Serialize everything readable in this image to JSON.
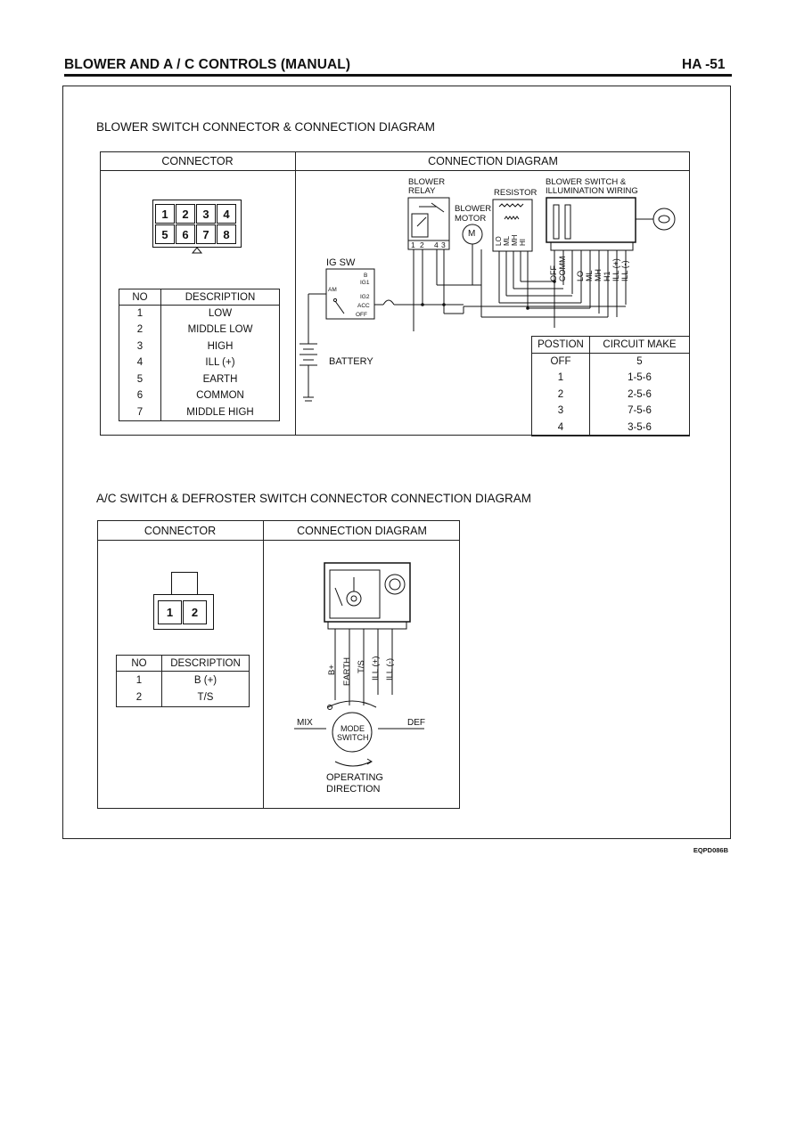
{
  "header": {
    "title": "BLOWER AND A / C CONTROLS (MANUAL)",
    "page": "HA -51"
  },
  "blower_section": {
    "title": "BLOWER SWITCH CONNECTOR & CONNECTION DIAGRAM",
    "col_connector": "CONNECTOR",
    "col_diagram": "CONNECTION DIAGRAM",
    "pins_top": [
      "1",
      "2",
      "3",
      "4"
    ],
    "pins_bottom": [
      "5",
      "6",
      "7",
      "8"
    ],
    "pin_table": {
      "headers": [
        "NO",
        "DESCRIPTION"
      ],
      "rows": [
        [
          "1",
          "LOW"
        ],
        [
          "2",
          "MIDDLE LOW"
        ],
        [
          "3",
          "HIGH"
        ],
        [
          "4",
          "ILL (+)"
        ],
        [
          "5",
          "EARTH"
        ],
        [
          "6",
          "COMMON"
        ],
        [
          "7",
          "MIDDLE HIGH"
        ]
      ]
    },
    "diagram_labels": {
      "blower_relay": [
        "BLOWER",
        "RELAY"
      ],
      "resistor": "RESISTOR",
      "switch_wiring": [
        "BLOWER SWITCH &",
        "ILLUMINATION WIRING"
      ],
      "blower_motor": [
        "BLOWER",
        "MOTOR"
      ],
      "motor_symbol": "M",
      "ig_sw": "IG     SW",
      "battery": "BATTERY",
      "relay_pins": [
        "1",
        "2",
        "4",
        "3"
      ],
      "ig_positions": [
        "B",
        "IG1",
        "IG2",
        "ACC",
        "OFF"
      ],
      "ig_am": "AM",
      "resistor_taps": [
        "LO",
        "ML",
        "MH",
        "HI"
      ],
      "wire_labels": [
        "OFF",
        "COMM",
        "LO",
        "ML",
        "MH",
        "H1",
        "ILL (+)",
        "ILL (-)"
      ]
    },
    "position_table": {
      "headers": [
        "POSTION",
        "CIRCUIT MAKE"
      ],
      "rows": [
        [
          "OFF",
          "5"
        ],
        [
          "1",
          "1-5-6"
        ],
        [
          "2",
          "2-5-6"
        ],
        [
          "3",
          "7-5-6"
        ],
        [
          "4",
          "3-5-6"
        ]
      ]
    }
  },
  "ac_section": {
    "title": "A/C SWITCH & DEFROSTER SWITCH CONNECTOR CONNECTION DIAGRAM",
    "col_connector": "CONNECTOR",
    "col_diagram": "CONNECTION DIAGRAM",
    "pins": [
      "1",
      "2"
    ],
    "pin_table": {
      "headers": [
        "NO",
        "DESCRIPTION"
      ],
      "rows": [
        [
          "1",
          "B (+)"
        ],
        [
          "2",
          "T/S"
        ]
      ]
    },
    "diagram_labels": {
      "wires": [
        "B+",
        "EARTH",
        "T/S",
        "ILL (+)",
        "ILL (-)"
      ],
      "mix": "MIX",
      "def": "DEF",
      "mode_switch": [
        "MODE",
        "SWITCH"
      ],
      "operating_direction": [
        "OPERATING",
        "DIRECTION"
      ]
    }
  },
  "figure_code": "EQPD086B"
}
